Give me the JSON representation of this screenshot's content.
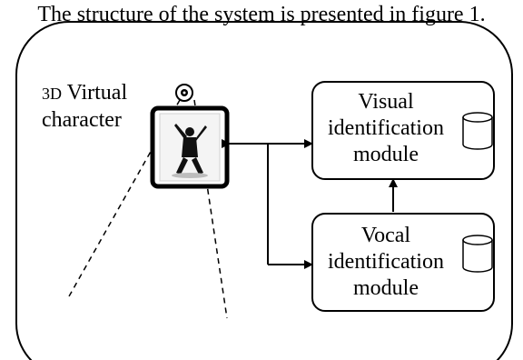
{
  "caption": {
    "text": "The structure of the system is presented in figure 1."
  },
  "diagram": {
    "character_label_prefix": "3D",
    "character_label_rest": "Virtual",
    "character_label_line2": "character",
    "visual_module": {
      "line1": "Visual",
      "line2": "identification",
      "line3": "module"
    },
    "vocal_module": {
      "line1": "Vocal",
      "line2": "identification",
      "line3": "module"
    }
  }
}
